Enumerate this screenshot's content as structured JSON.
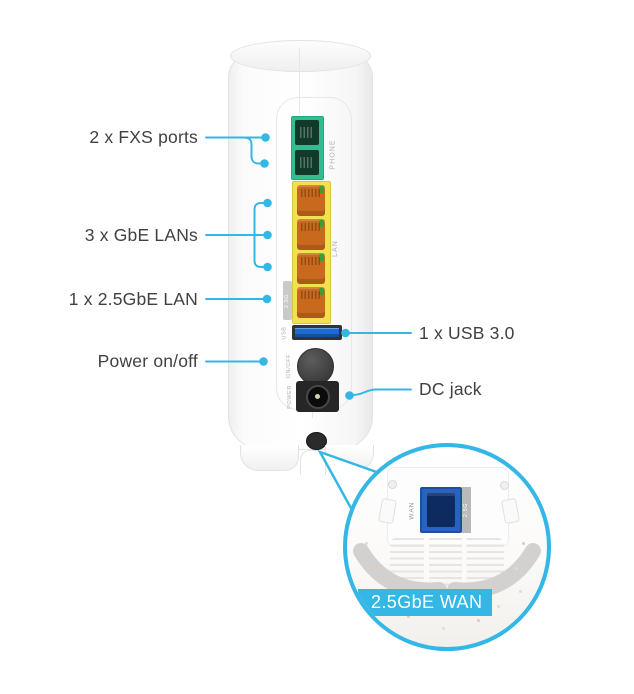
{
  "figure": {
    "type": "router-rear-ports-diagram"
  },
  "callouts": {
    "left": [
      {
        "label": "2 x FXS ports"
      },
      {
        "label": "3 x GbE LANs"
      },
      {
        "label": "1 x 2.5GbE LAN"
      },
      {
        "label": "Power on/off"
      }
    ],
    "right": [
      {
        "label": "1 x USB 3.0"
      },
      {
        "label": "DC jack"
      }
    ],
    "inset_banner": "2.5GbE WAN"
  },
  "device_markings": {
    "phone": "PHONE",
    "lan": "LAN",
    "lan_2_5g": "2.5G",
    "usb": "USB",
    "on_off": "ON/OFF",
    "power": "POWER",
    "wan": "WAN",
    "wan_2_5g": "2.5G"
  },
  "colors": {
    "accent_blue": "#35B7E6",
    "text_dark": "#414042",
    "fxs_green": "#2EBE92",
    "fxs_green_dark": "#123A2B",
    "lan_yellow": "#F2E04E",
    "lan_orange": "#C8691E",
    "led_green": "#3E9E35",
    "usb_blue": "#1D6AD2",
    "wan_blue": "#2A62C2",
    "wan_dark": "#0D2B5E",
    "jack_black": "#262626",
    "marking_gray": "#ADADAD",
    "foot_gray": "#D2D1CF"
  }
}
